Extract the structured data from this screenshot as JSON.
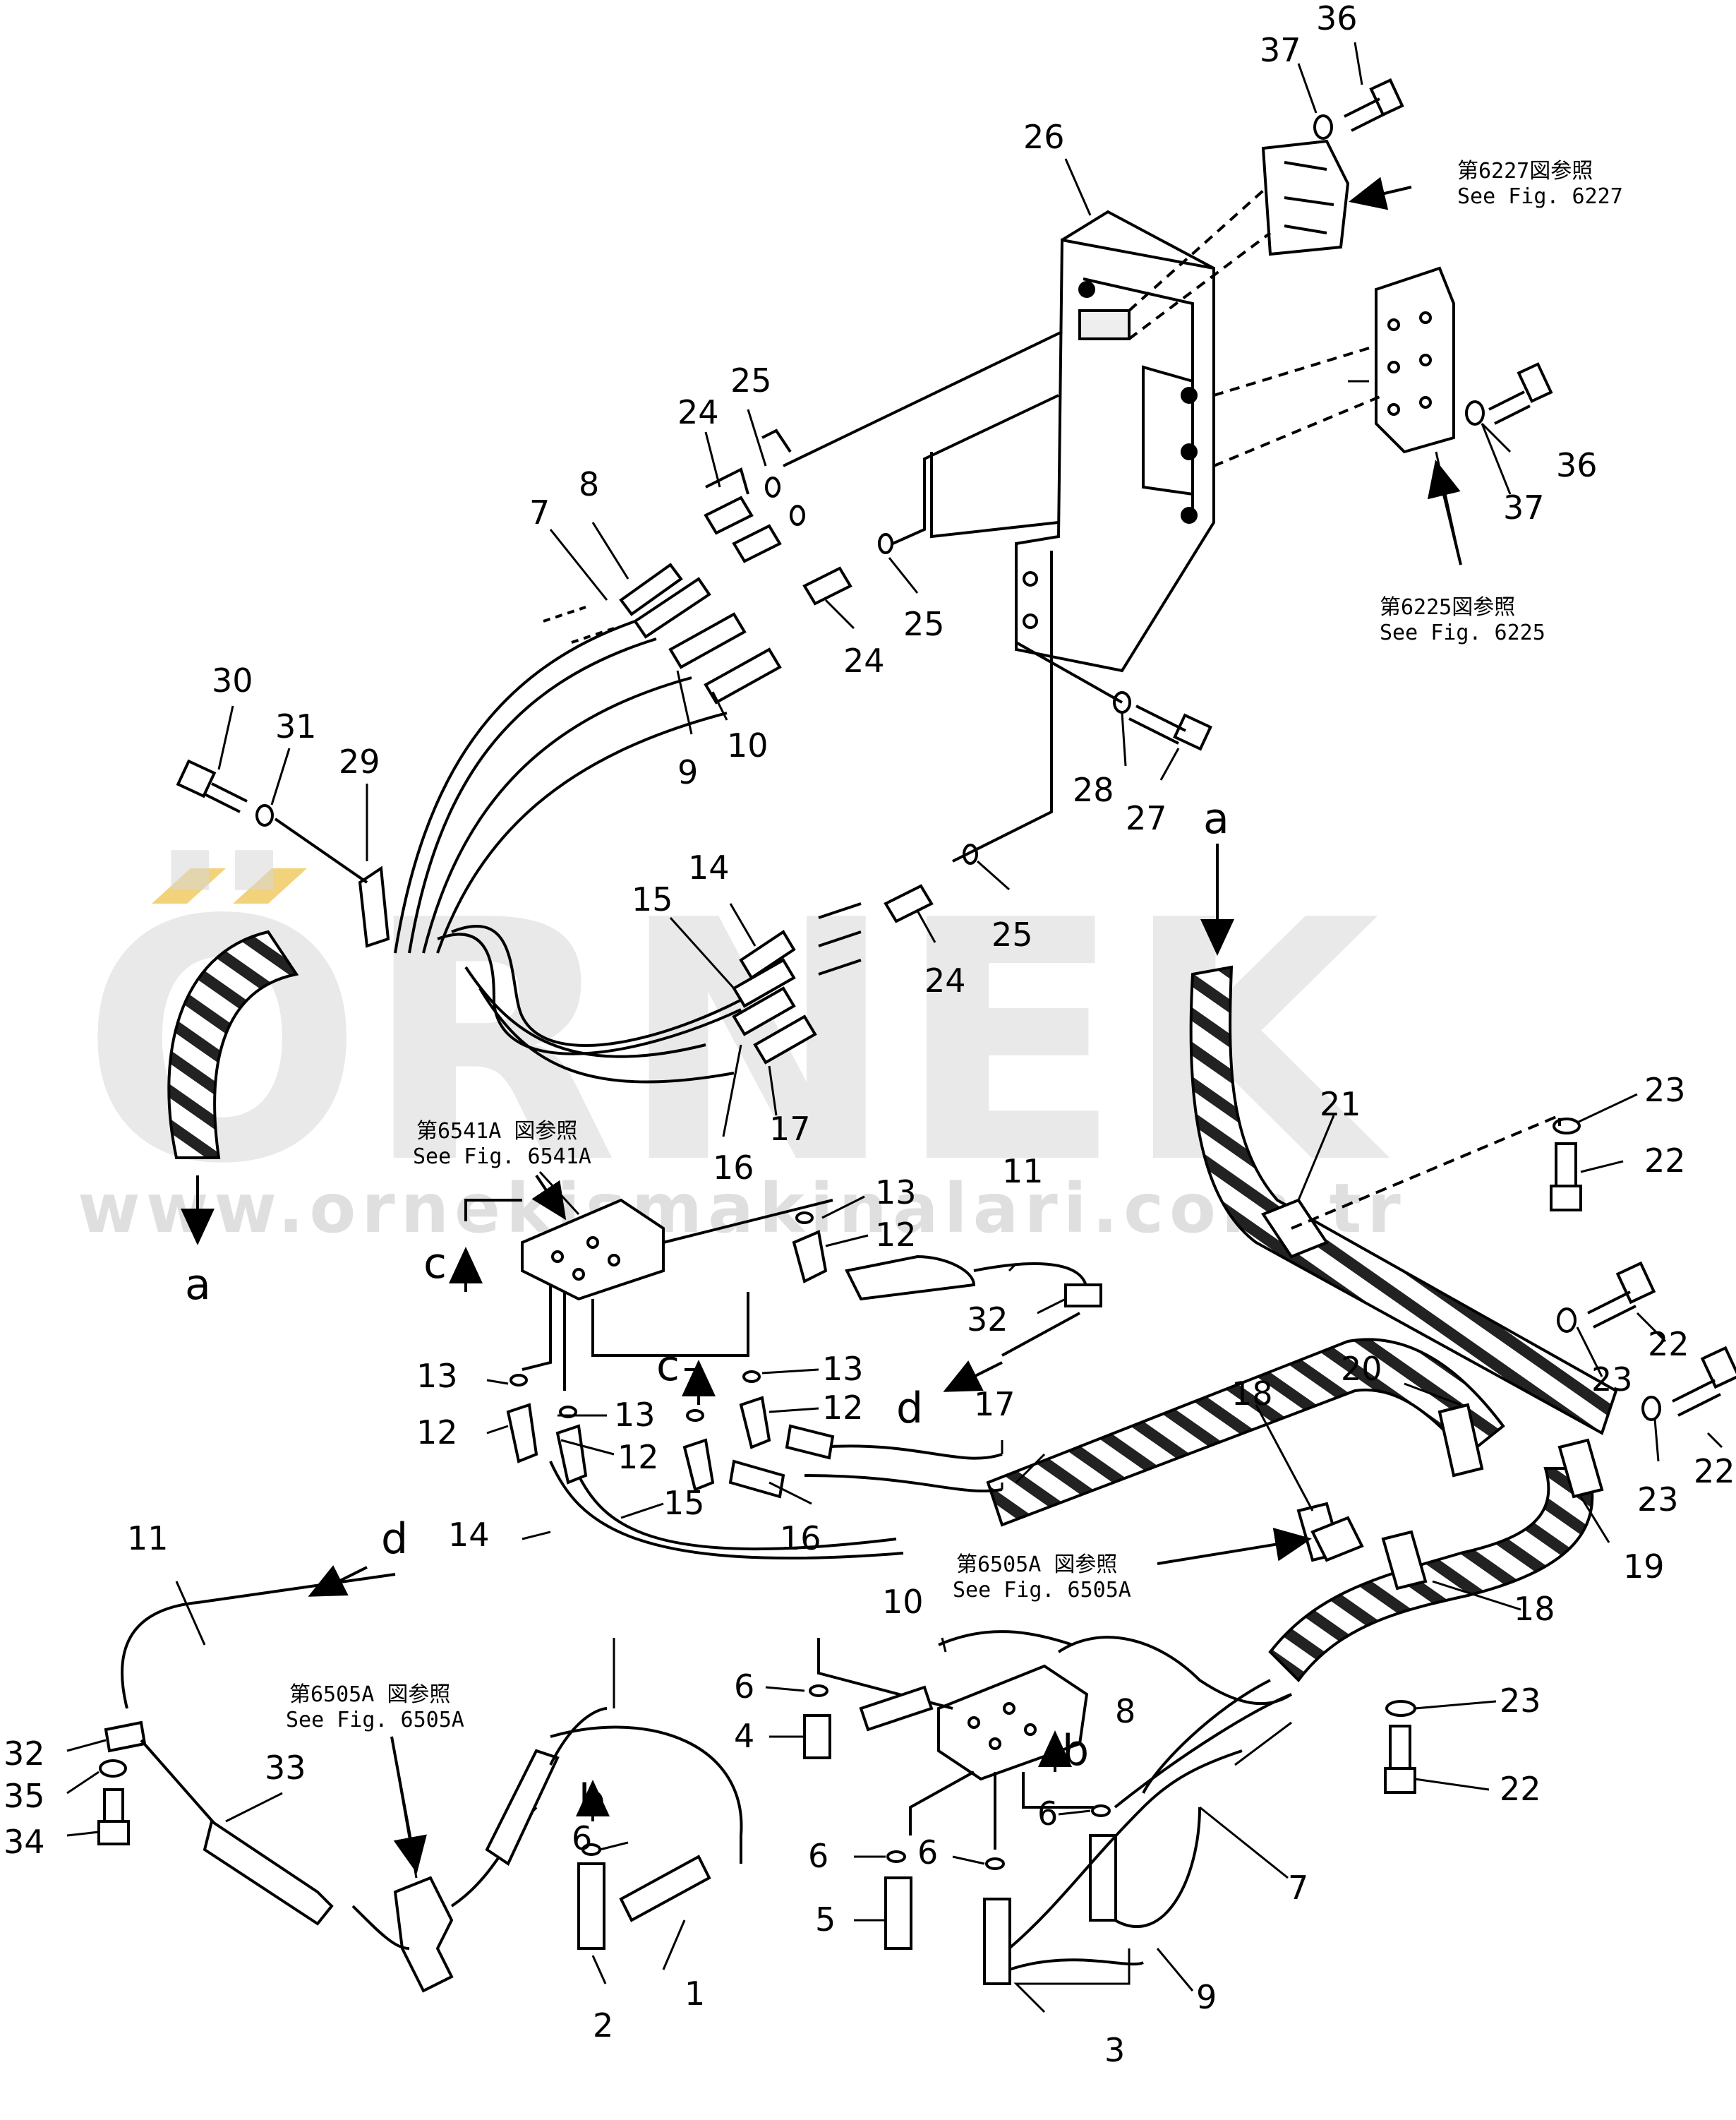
{
  "watermark": {
    "brand": "ÖRNEK",
    "url": "www.ornekismakinalari.com.tr",
    "accent_color": "#f2d27a",
    "text_color": "#d0d0d0"
  },
  "references": {
    "fig_6227_jp": "第6227図参照",
    "fig_6227_en": "See  Fig. 6227",
    "fig_6225_jp": "第6225図参照",
    "fig_6225_en": "See  Fig. 6225",
    "fig_6541a_jp": "第6541A 図参照",
    "fig_6541a_en": "See Fig. 6541A",
    "fig_6505a_right_jp": "第6505A 図参照",
    "fig_6505a_right_en": "See Fig. 6505A",
    "fig_6505a_left_jp": "第6505A 図参照",
    "fig_6505a_left_en": "See Fig. 6505A"
  },
  "connection_letters": {
    "a": "a",
    "b": "b",
    "c": "c",
    "d": "d"
  },
  "part_numbers": {
    "p1": "1",
    "p2": "2",
    "p3": "3",
    "p4": "4",
    "p5": "5",
    "p6": "6",
    "p7": "7",
    "p8": "8",
    "p9": "9",
    "p10": "10",
    "p11": "11",
    "p12": "12",
    "p13": "13",
    "p14": "14",
    "p15": "15",
    "p16": "16",
    "p17": "17",
    "p18": "18",
    "p19": "19",
    "p20": "20",
    "p21": "21",
    "p22": "22",
    "p23": "23",
    "p24": "24",
    "p25": "25",
    "p26": "26",
    "p27": "27",
    "p28": "28",
    "p29": "29",
    "p30": "30",
    "p31": "31",
    "p32": "32",
    "p33": "33",
    "p34": "34",
    "p35": "35",
    "p36": "36",
    "p37": "37"
  }
}
